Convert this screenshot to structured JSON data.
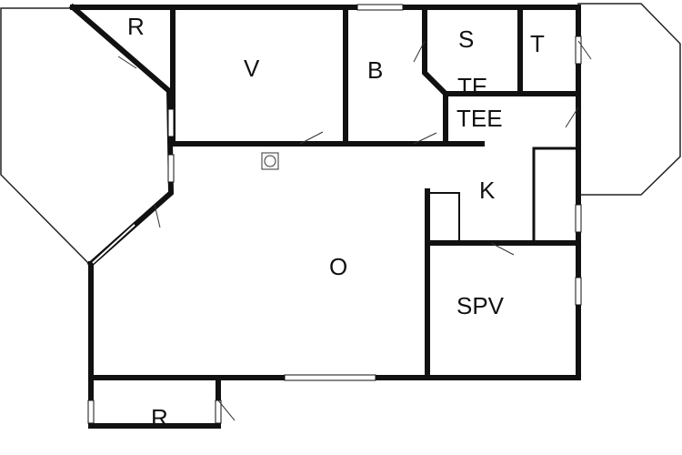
{
  "rooms": {
    "r_top": "R",
    "v": "V",
    "b": "B",
    "s": "S",
    "t": "T",
    "te": "TE",
    "tee": "TEE",
    "k": "K",
    "o": "O",
    "spv": "SPV",
    "r_bottom": "R"
  }
}
